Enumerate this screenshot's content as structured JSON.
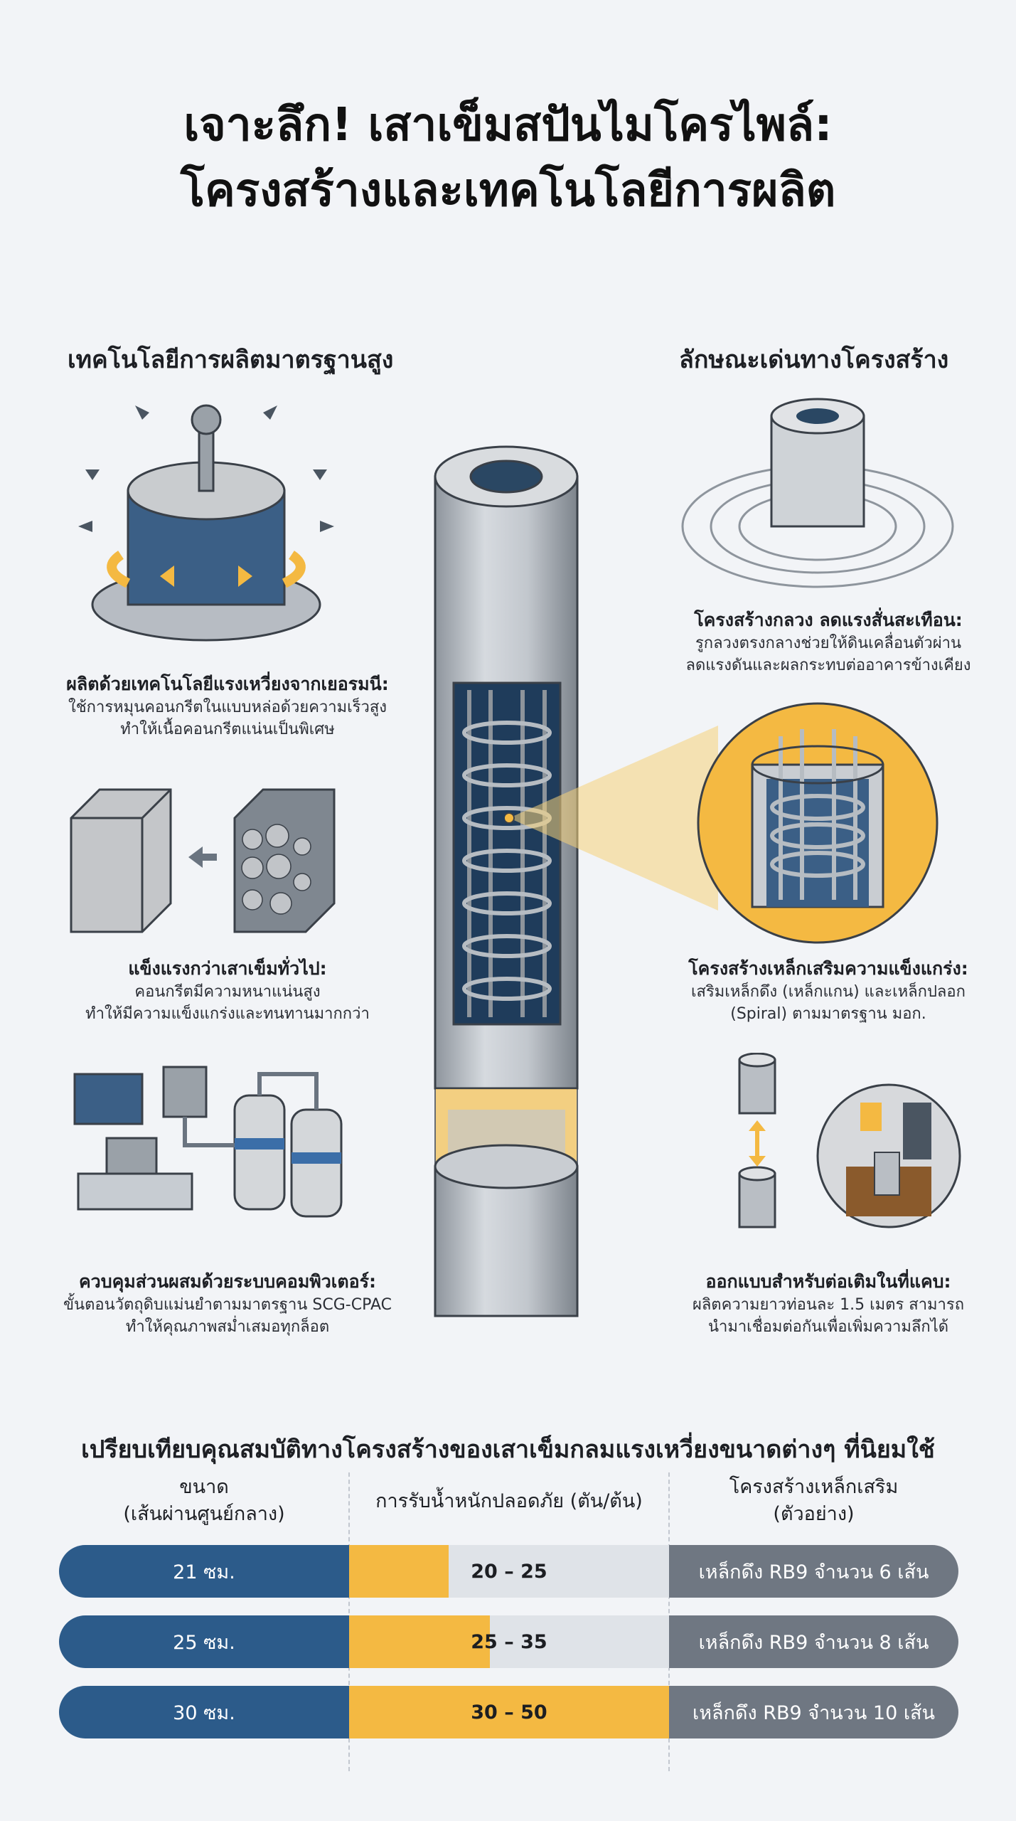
{
  "title": {
    "line1": "เจาะลึก! เสาเข็มสปันไมโครไพล์:",
    "line2": "โครงสร้างและเทคโนโลยีการผลิต"
  },
  "left": {
    "heading": "เทคโนโลยีการผลิตมาตรฐานสูง",
    "items": [
      {
        "title": "ผลิตด้วยเทคโนโลยีแรงเหวี่ยงจากเยอรมนี:",
        "lines": [
          "ใช้การหมุนคอนกรีตในแบบหล่อด้วยความเร็วสูง",
          "ทำให้เนื้อคอนกรีตแน่นเป็นพิเศษ"
        ]
      },
      {
        "title": "แข็งแรงกว่าเสาเข็มทั่วไป:",
        "lines": [
          "คอนกรีตมีความหนาแน่นสูง",
          "ทำให้มีความแข็งแกร่งและทนทานมากกว่า"
        ]
      },
      {
        "title": "ควบคุมส่วนผสมด้วยระบบคอมพิวเตอร์:",
        "lines": [
          "ขั้นตอนวัตถุดิบแม่นยำตามมาตรฐาน SCG-CPAC",
          "ทำให้คุณภาพสม่ำเสมอทุกล็อต"
        ]
      }
    ]
  },
  "right": {
    "heading": "ลักษณะเด่นทางโครงสร้าง",
    "items": [
      {
        "title": "โครงสร้างกลวง ลดแรงสั่นสะเทือน:",
        "lines": [
          "รูกลวงตรงกลางช่วยให้ดินเคลื่อนตัวผ่าน",
          "ลดแรงดันและผลกระทบต่ออาคารข้างเคียง"
        ]
      },
      {
        "title": "โครงสร้างเหล็กเสริมความแข็งแกร่ง:",
        "lines": [
          "เสริมเหล็กดึง (เหล็กแกน) และเหล็กปลอก",
          "(Spiral) ตามมาตรฐาน มอก."
        ]
      },
      {
        "title": "ออกแบบสำหรับต่อเติมในที่แคบ:",
        "lines": [
          "ผลิตความยาวท่อนละ 1.5 เมตร สามารถ",
          "นำมาเชื่อมต่อกันเพื่อเพิ่มความลึกได้"
        ]
      }
    ]
  },
  "comparison": {
    "title": "เปรียบเทียบคุณสมบัติทางโครงสร้างของเสาเข็มกลมแรงเหวี่ยงขนาดต่างๆ ที่นิยมใช้",
    "headers": {
      "size": [
        "ขนาด",
        "(เส้นผ่านศูนย์กลาง)"
      ],
      "load": "การรับน้ำหนักปลอดภัย (ตัน/ต้น)",
      "steel": [
        "โครงสร้างเหล็กเสริม",
        "(ตัวอย่าง)"
      ]
    },
    "rows": [
      {
        "size": "21 ซม.",
        "load": "20 – 25",
        "load_fill": 0.31,
        "steel": "เหล็กดึง RB9 จำนวน 6 เส้น"
      },
      {
        "size": "25 ซม.",
        "load": "25 – 35",
        "load_fill": 0.44,
        "steel": "เหล็กดึง RB9 จำนวน 8 เส้น"
      },
      {
        "size": "30 ซม.",
        "load": "30 – 50",
        "load_fill": 1.0,
        "steel": "เหล็กดึง RB9 จำนวน 10 เส้น"
      }
    ]
  },
  "colors": {
    "navy": "#2c5b8a",
    "yellow": "#f4b942",
    "gray": "#6f7782",
    "track": "#dfe3e8"
  }
}
